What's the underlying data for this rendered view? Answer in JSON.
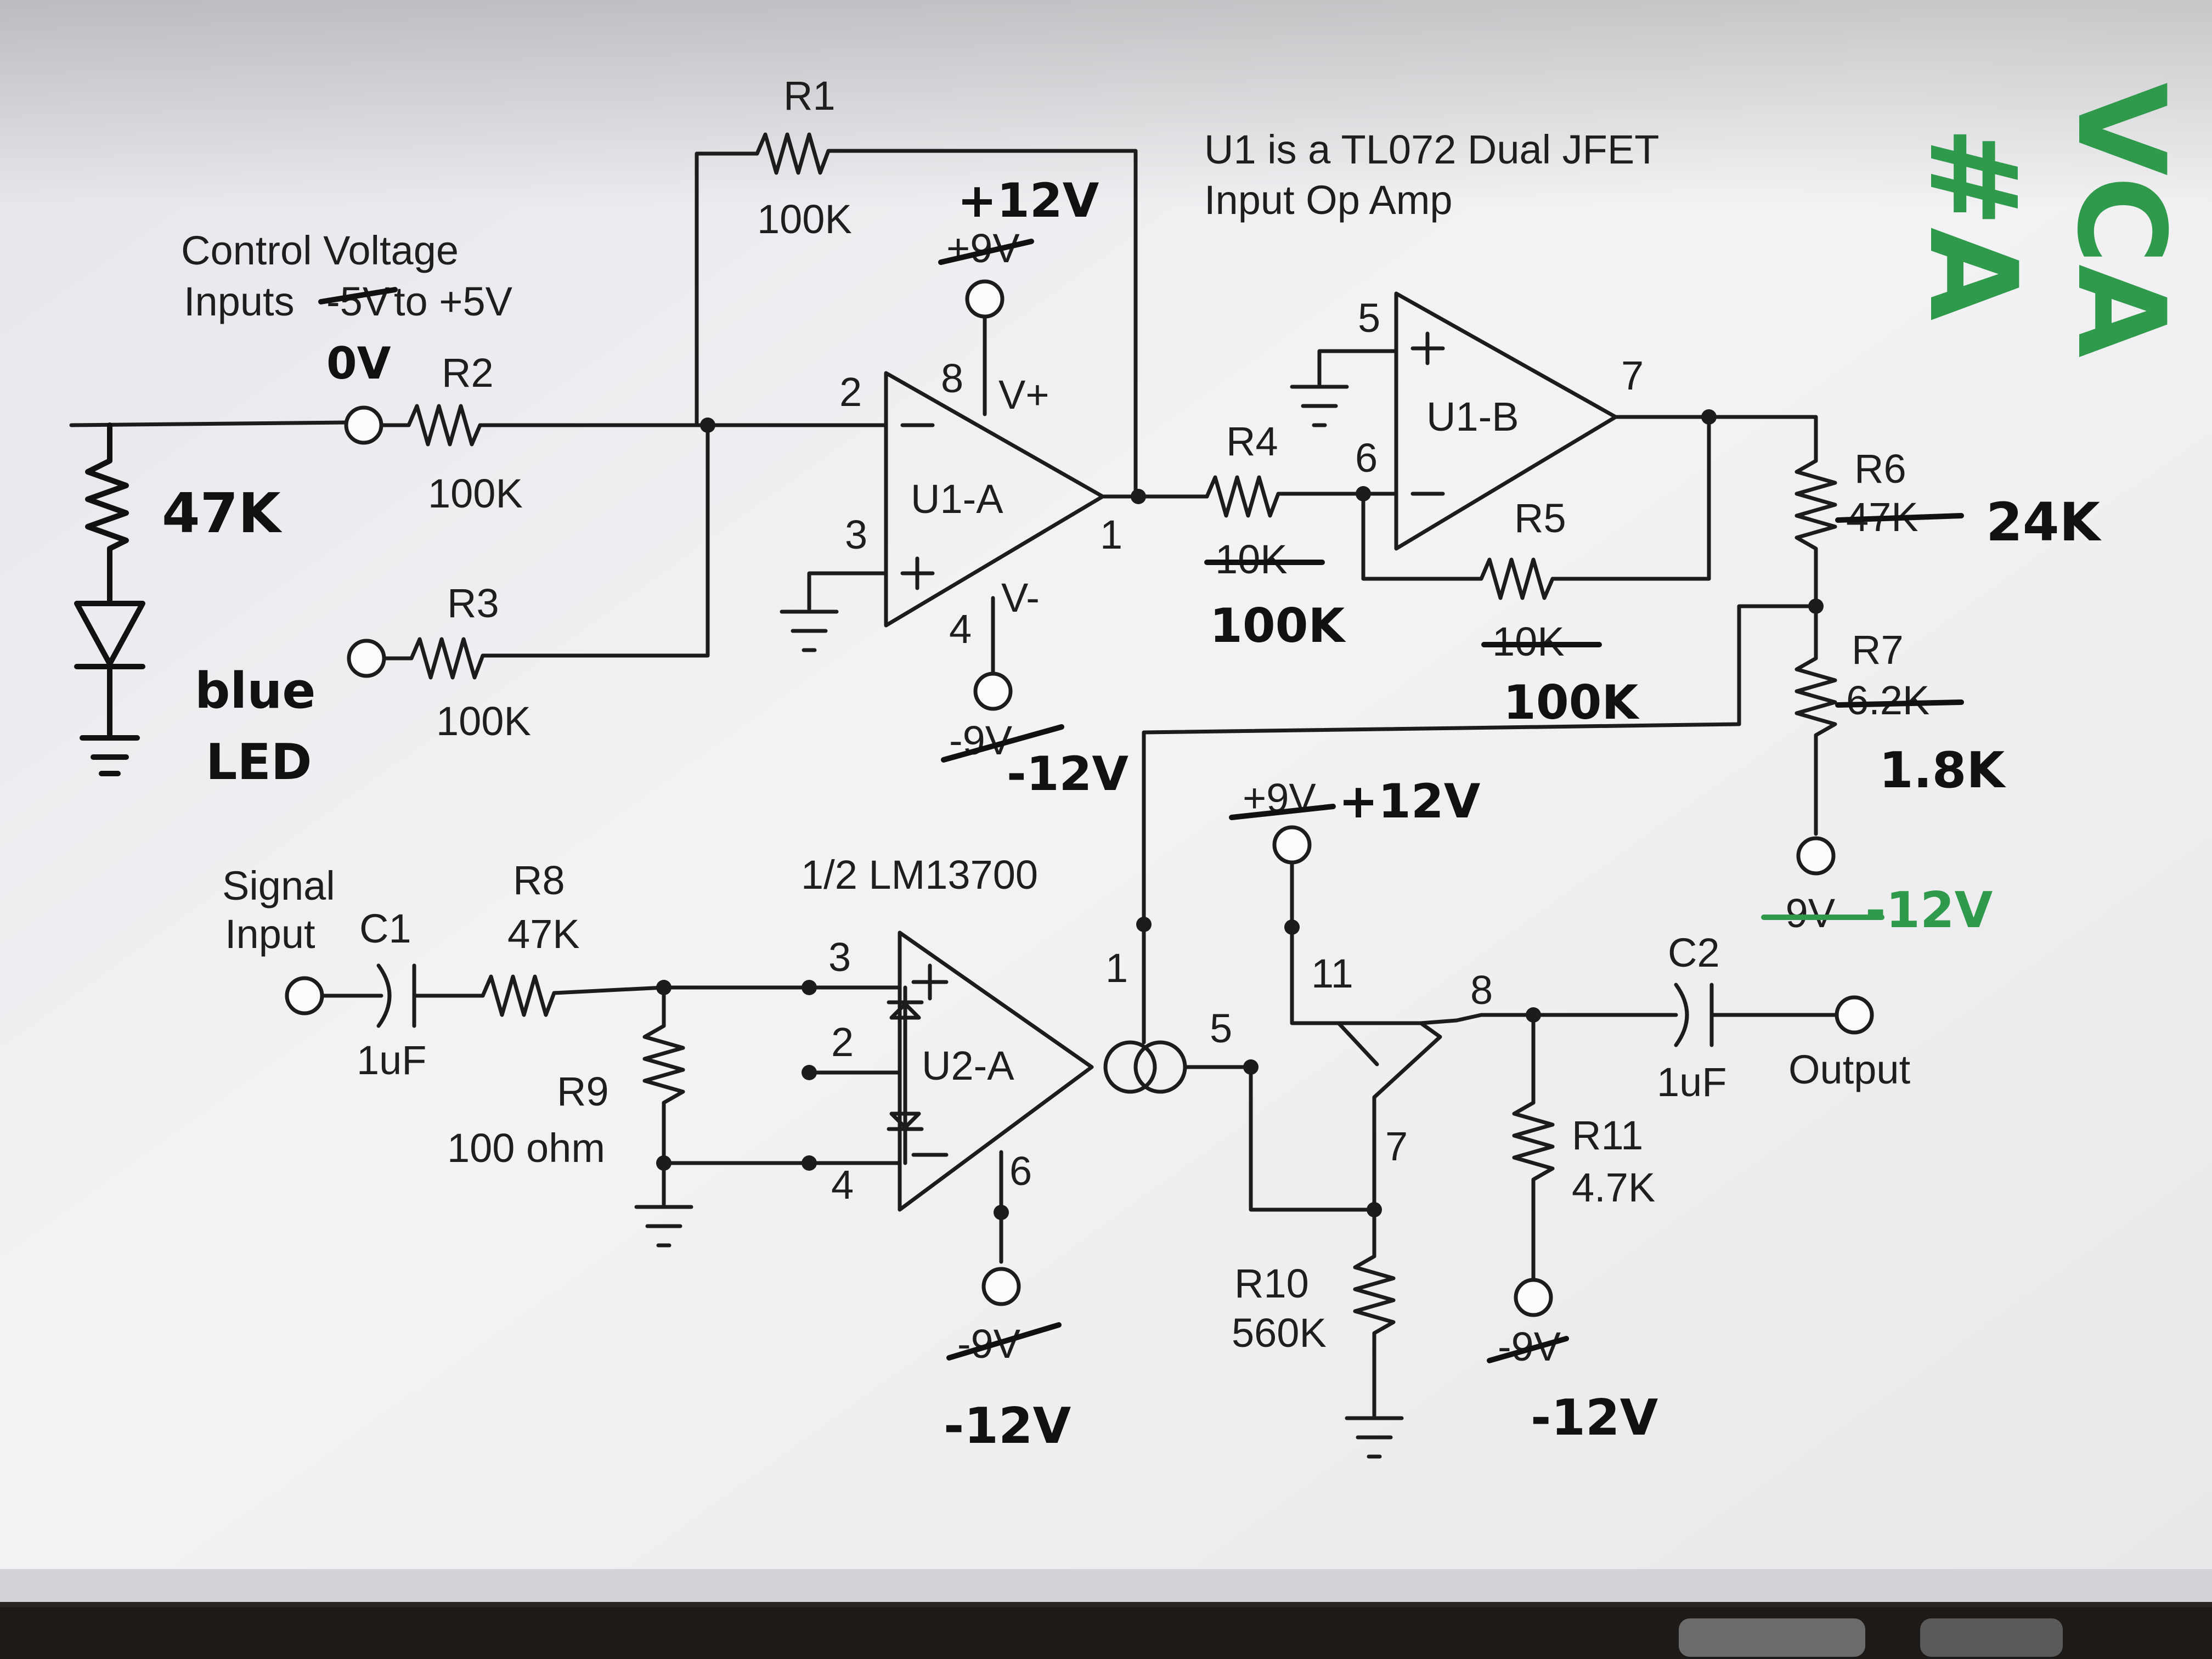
{
  "header": {
    "title_line1": "U1 is a TL072 Dual JFET",
    "title_line2": "Input Op Amp",
    "handwritten_label_line1": "VCA",
    "handwritten_label_line2": "#A"
  },
  "control_voltage": {
    "line1": "Control Voltage",
    "line2_prefix": "Inputs ",
    "line2_struck": "-5V",
    "line2_suffix": " to +5V",
    "handwritten_correction": "0V"
  },
  "components": {
    "R1": {
      "name": "R1",
      "value": "100K"
    },
    "R2": {
      "name": "R2",
      "value": "100K"
    },
    "R3": {
      "name": "R3",
      "value": "100K"
    },
    "R4": {
      "name": "R4",
      "value_struck": "10K",
      "value_new": "100K"
    },
    "R5": {
      "name": "R5",
      "value_struck": "10K",
      "value_new": "100K"
    },
    "R6": {
      "name": "R6",
      "value_struck": "47K",
      "value_new": "24K"
    },
    "R7": {
      "name": "R7",
      "value_struck": "6.2K",
      "value_new": "1.8K"
    },
    "R8": {
      "name": "R8",
      "value": "47K"
    },
    "R9": {
      "name": "R9",
      "value": "100 ohm"
    },
    "R10": {
      "name": "R10",
      "value": "560K"
    },
    "R11": {
      "name": "R11",
      "value": "4.7K"
    },
    "C1": {
      "name": "C1",
      "value": "1uF"
    },
    "C2": {
      "name": "C2",
      "value": "1uF"
    },
    "U1A": {
      "name": "U1-A"
    },
    "U1B": {
      "name": "U1-B"
    },
    "U2A": {
      "name": "U2-A",
      "part": "1/2 LM13700"
    },
    "led": {
      "resistor": "47K",
      "line1": "blue",
      "line2": "LED"
    }
  },
  "supplies": {
    "u1_vplus": {
      "struck": "+9V",
      "new": "+12V"
    },
    "u1_vminus": {
      "struck": "-9V",
      "new": "-12V"
    },
    "r7_bottom": {
      "struck": "-9V",
      "new": "-12V"
    },
    "q_top": {
      "struck": "+9V",
      "new": "+12V"
    },
    "u2_pin6": {
      "struck": "-9V",
      "new": "-12V"
    },
    "r11_bottom": {
      "struck": "-9V",
      "new": "-12V"
    }
  },
  "pins": {
    "u1a_inv": "2",
    "u1a_noninv": "3",
    "u1a_vplus": "8",
    "u1a_vminus": "4",
    "u1a_out": "1",
    "vplus_label": "V+",
    "vminus_label": "V-",
    "u1b_noninv": "5",
    "u1b_inv": "6",
    "u1b_out": "7",
    "u2_plus": "3",
    "u2_dbias": "2",
    "u2_minus": "4",
    "u2_iabc": "1",
    "u2_out": "5",
    "u2_v": "6",
    "q_collector": "11",
    "q_emitter": "8",
    "q_base": "7"
  },
  "io": {
    "signal_line1": "Signal",
    "signal_line2": "Input",
    "output": "Output"
  },
  "icons": [
    "resistor-symbol",
    "opamp-symbol",
    "ground-symbol",
    "capacitor-symbol",
    "diode-symbol",
    "transistor-symbol",
    "ota-current-source-symbol",
    "terminal-circle"
  ]
}
